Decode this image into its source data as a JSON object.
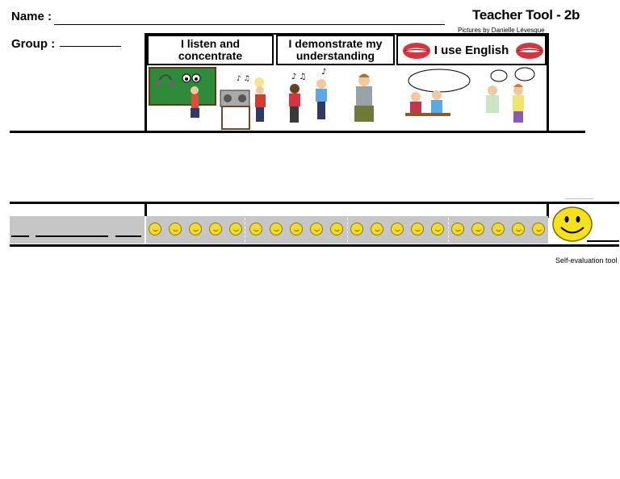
{
  "header": {
    "name_label": "Name :",
    "group_label": "Group :",
    "title": "Teacher Tool - 2b",
    "credit": "Pictures by Danielle Lévesque"
  },
  "criteria": [
    {
      "label": "I listen and concentrate"
    },
    {
      "label": "I demonstrate my understanding"
    },
    {
      "label": "I use English"
    }
  ],
  "rating": {
    "coins_count": 20
  },
  "footer": {
    "caption": "Self-evaluation tool"
  },
  "colors": {
    "strip": "#c6c6c6",
    "coin": "#f3db2a",
    "lips": "#d8343f",
    "board": "#2e8b3a"
  }
}
